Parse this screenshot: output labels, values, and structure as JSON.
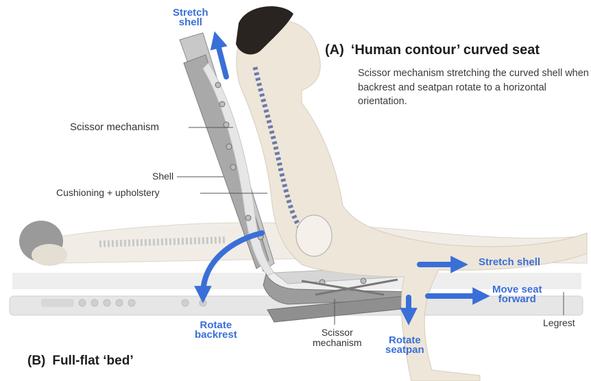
{
  "title_a": {
    "tag": "(A)",
    "text": "‘Human contour’ curved seat"
  },
  "description": "Scissor mechanism stretching the curved shell when backrest and seatpan rotate to a horizontal orientation.",
  "title_b": {
    "tag": "(B)",
    "text": "Full-flat ‘bed’"
  },
  "callouts": {
    "scissor_mechanism_top": "Scissor mechanism",
    "shell": "Shell",
    "cushioning": "Cushioning + upholstery",
    "scissor_mechanism_bottom": [
      "Scissor",
      "mechanism"
    ],
    "legrest": "Legrest"
  },
  "actions": {
    "stretch_shell_top": [
      "Stretch",
      "shell"
    ],
    "stretch_shell_right": "Stretch shell",
    "move_seat_forward": [
      "Move seat",
      "forward"
    ],
    "rotate_backrest": [
      "Rotate",
      "backrest"
    ],
    "rotate_seatpan": [
      "Rotate",
      "seatpan"
    ]
  },
  "colors": {
    "arrow": "#3a6fd8",
    "body": "#ede6d9",
    "hair": "#2a2420",
    "frame": "#8d8d8d",
    "shell": "#d6d6d6",
    "bed": "#ececec"
  }
}
